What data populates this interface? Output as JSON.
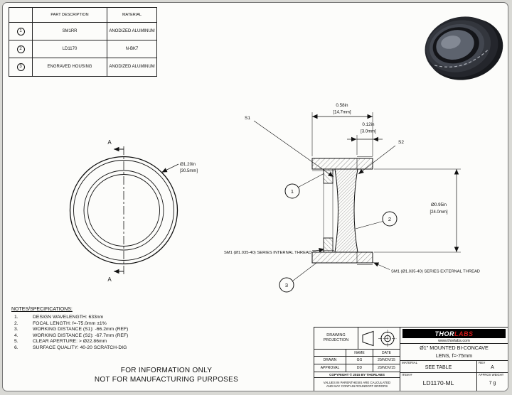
{
  "parts_table": {
    "col_desc": "PART DESCRIPTION",
    "col_material": "MATERIAL",
    "rows": [
      {
        "num": "1",
        "desc": "SM1RR",
        "material": "ANODIZED ALUMINUM"
      },
      {
        "num": "2",
        "desc": "LD1170",
        "material": "N-BK7"
      },
      {
        "num": "3",
        "desc": "ENGRAVED HOUSING",
        "material": "ANODIZED ALUMINUM"
      }
    ]
  },
  "drawing": {
    "front_view": {
      "dia": "Ø1.20in",
      "dia_mm": "[30.5mm]",
      "section_label": "A"
    },
    "section": {
      "width": "0.58in",
      "width_mm": "[14.7mm]",
      "lip": "0.12in",
      "lip_mm": "[3.0mm]",
      "bore": "Ø0.95in",
      "bore_mm": "[24.0mm]",
      "s1": "S1",
      "s2": "S2",
      "internal_thread": "SM1 (Ø1.035-40) SERIES INTERNAL THREAD",
      "external_thread": "SM1 (Ø1.035-40) SERIES EXTERNAL THREAD"
    },
    "balloons": [
      "1",
      "2",
      "3"
    ]
  },
  "notes": {
    "heading": "NOTES/SPECIFICATIONS:",
    "items": [
      {
        "n": "1.",
        "t": "DESIGN WAVELENGTH: 633nm"
      },
      {
        "n": "2.",
        "t": "FOCAL LENGTH: f=-75.0mm ±1%"
      },
      {
        "n": "3.",
        "t": "WORKING DISTANCE (S1): -66.2mm (REF)"
      },
      {
        "n": "4.",
        "t": "WORKING DISTANCE (S2): -67.7mm (REF)"
      },
      {
        "n": "5.",
        "t": "CLEAR APERTURE: > Ø22.86mm"
      },
      {
        "n": "6.",
        "t": "SURFACE QUALITY: 40-20 SCRATCH-DIG"
      }
    ],
    "disclaimer1": "FOR INFORMATION ONLY",
    "disclaimer2": "NOT FOR MANUFACTURING PURPOSES"
  },
  "title_block": {
    "projection_label1": "DRAWING",
    "projection_label2": "PROJECTION",
    "name_header": "NAME",
    "date_header": "DATE",
    "drawn_label": "DRAWN",
    "drawn_name": "GG",
    "drawn_date": "20/NOV/15",
    "approval_label": "APPROVAL",
    "approval_name": "DD",
    "approval_date": "20/NOV/15",
    "copyright": "COPYRIGHT © 2015 BY THORLABS",
    "footnote1": "VALUES IN PARENTHESIS ARE CALCULATED",
    "footnote2": "AND MAY CONTAIN ROUNDOFF ERRORS",
    "brand_thor": "THOR",
    "brand_labs": "LABS",
    "website": "www.thorlabs.com",
    "title1": "Ø1\" MOUNTED BI-CONCAVE",
    "title2": "LENS, f=-75mm",
    "material_label": "MATERIAL",
    "material_value": "SEE TABLE",
    "rev_label": "REV",
    "rev_value": "A",
    "item_label": "ITEM #",
    "item_value": "LD1170-ML",
    "weight_label": "APPROX WEIGHT",
    "weight_value": "7 g"
  }
}
